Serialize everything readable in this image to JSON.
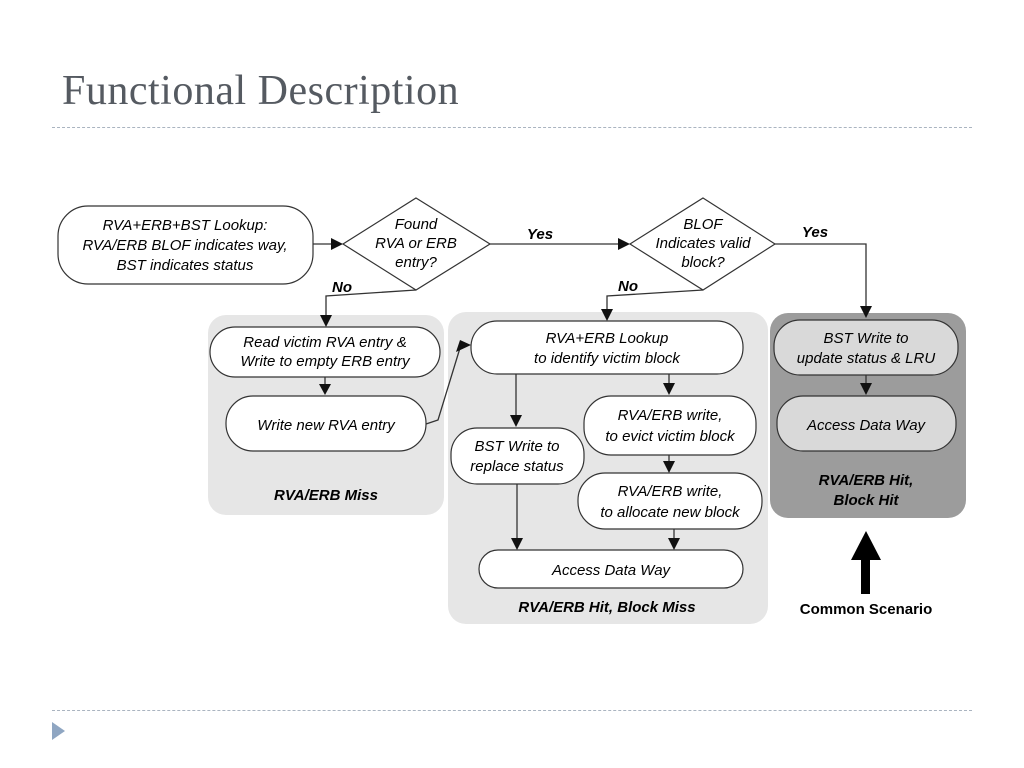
{
  "slide": {
    "title": "Functional Description"
  },
  "diagram": {
    "start": {
      "line1": "RVA+ERB+BST Lookup:",
      "line2": "RVA/ERB BLOF indicates way,",
      "line3": "BST indicates status"
    },
    "decision1": {
      "line1": "Found",
      "line2": "RVA or ERB",
      "line3": "entry?"
    },
    "decision2": {
      "line1": "BLOF",
      "line2": "Indicates valid",
      "line3": "block?"
    },
    "labels": {
      "yes1": "Yes",
      "no1": "No",
      "yes2": "Yes",
      "no2": "No"
    },
    "miss_group": {
      "caption": "RVA/ERB Miss",
      "step1_line1": "Read victim RVA entry &",
      "step1_line2": "Write to empty ERB entry",
      "step2": "Write new RVA entry"
    },
    "blockmiss_group": {
      "caption": "RVA/ERB Hit, Block Miss",
      "lookup_line1": "RVA+ERB Lookup",
      "lookup_line2": "to identify victim block",
      "bst_line1": "BST Write to",
      "bst_line2": "replace status",
      "evict_line1": "RVA/ERB write,",
      "evict_line2": "to evict victim block",
      "alloc_line1": "RVA/ERB write,",
      "alloc_line2": "to allocate new block",
      "access": "Access Data Way"
    },
    "blockhit_group": {
      "caption_line1": "RVA/ERB Hit,",
      "caption_line2": "Block Hit",
      "bst_line1": "BST Write to",
      "bst_line2": "update status & LRU",
      "access": "Access Data Way"
    },
    "common_scenario": "Common Scenario"
  }
}
